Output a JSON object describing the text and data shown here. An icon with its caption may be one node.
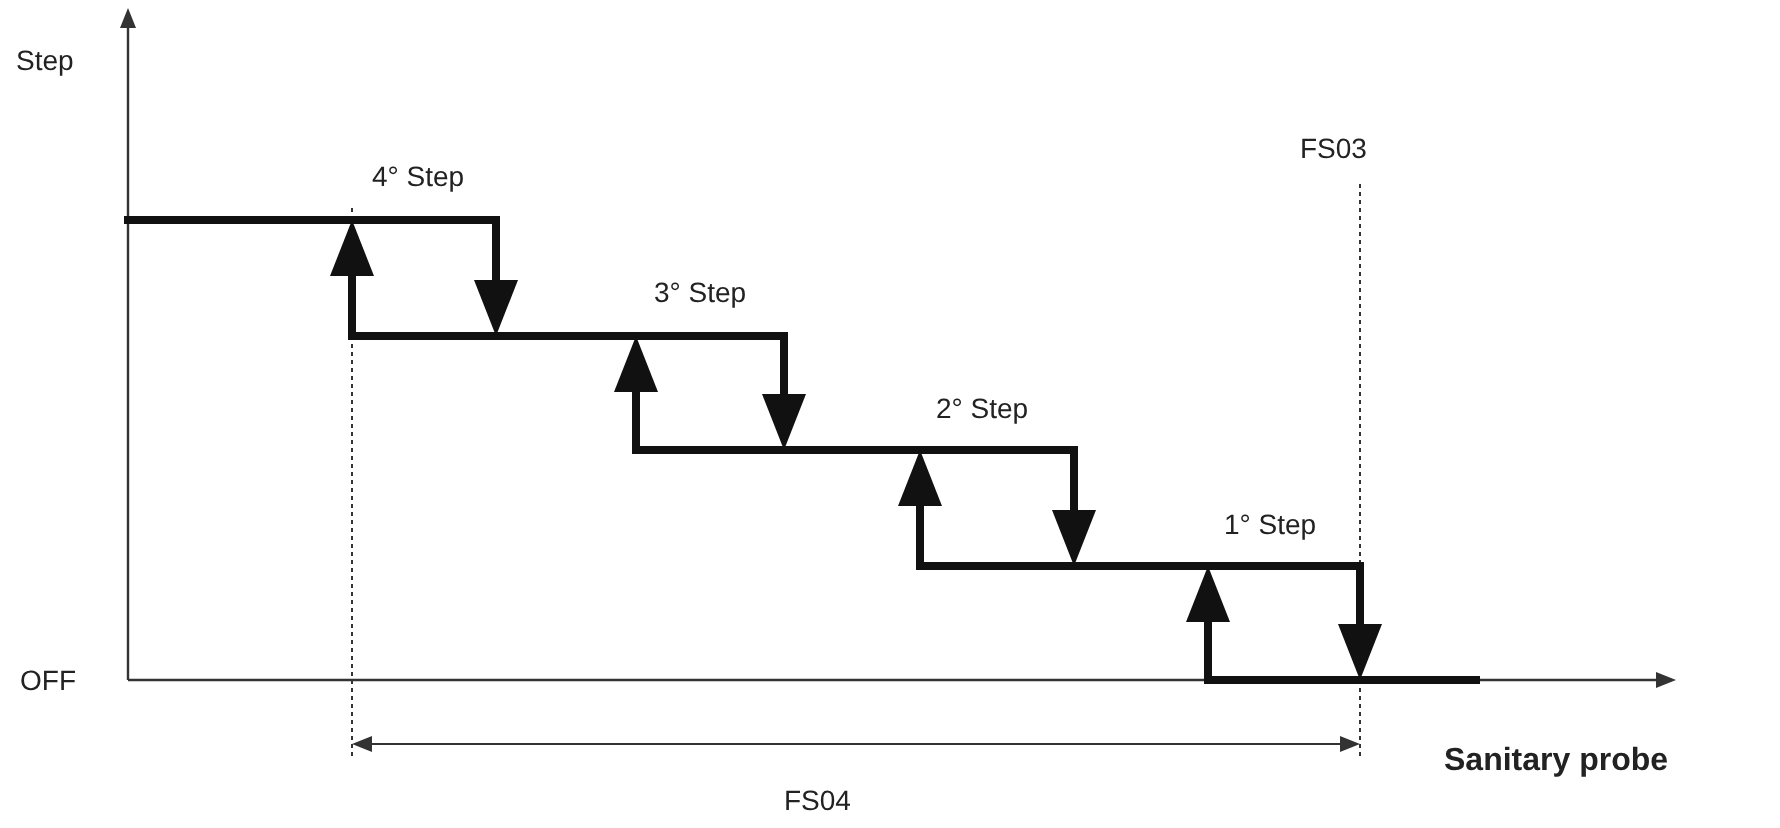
{
  "diagram": {
    "labels": [
      "Step",
      "4° Step",
      "FS03",
      "3° Step",
      "2° Step",
      "1° Step",
      "OFF",
      "Sanitary probe",
      "FS04"
    ]
  }
}
